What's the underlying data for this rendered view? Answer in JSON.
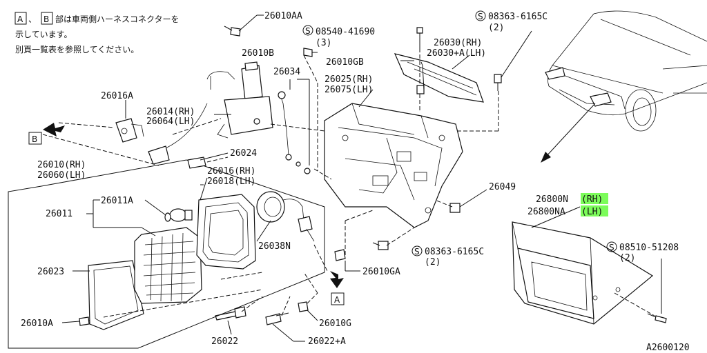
{
  "note": {
    "box_a": "A",
    "box_b": "B",
    "line1": "部は車両側ハーネスコネクターを",
    "line2": "示しています。",
    "line3": "別頁一覧表を参照してください。"
  },
  "labels": {
    "p26010AA": "26010AA",
    "s08540": "08540-41690",
    "s08540_qty": "(3)",
    "s08363a": "08363-6165C",
    "s08363a_qty": "(2)",
    "p26010B": "26010B",
    "p26030rh": "26030(RH)",
    "p26030lh": "26030+A(LH)",
    "p26010GB": "26010GB",
    "p26034": "26034",
    "p26025": "26025(RH)",
    "p26075": "26075(LH)",
    "p26016A": "26016A",
    "p26014": "26014(RH)",
    "p26064": "26064(LH)",
    "box_b_arrow": "B",
    "p26024": "26024",
    "p26010rh": "26010(RH)",
    "p26060lh": "26060(LH)",
    "p26016rh": "26016(RH)",
    "p26018lh": "26018(LH)",
    "p26049": "26049",
    "p26800N": "26800N",
    "p26800N_rh": "(RH)",
    "p26800NA": "26800NA",
    "p26800NA_lh": "(LH)",
    "p26011A": "26011A",
    "p26011": "26011",
    "p26038N": "26038N",
    "s08363b": "08363-6165C",
    "s08363b_qty": "(2)",
    "s08510": "08510-51208",
    "s08510_qty": "(2)",
    "p26023": "26023",
    "p26010GA": "26010GA",
    "box_a_arrow": "A",
    "p26010A": "26010A",
    "p26010G": "26010G",
    "p26022": "26022",
    "p26022A": "26022+A",
    "code": "A2600120"
  },
  "symbols": {
    "screw_mark": "S"
  },
  "colors": {
    "highlight": "#7CFC5A",
    "ink": "#111111"
  }
}
